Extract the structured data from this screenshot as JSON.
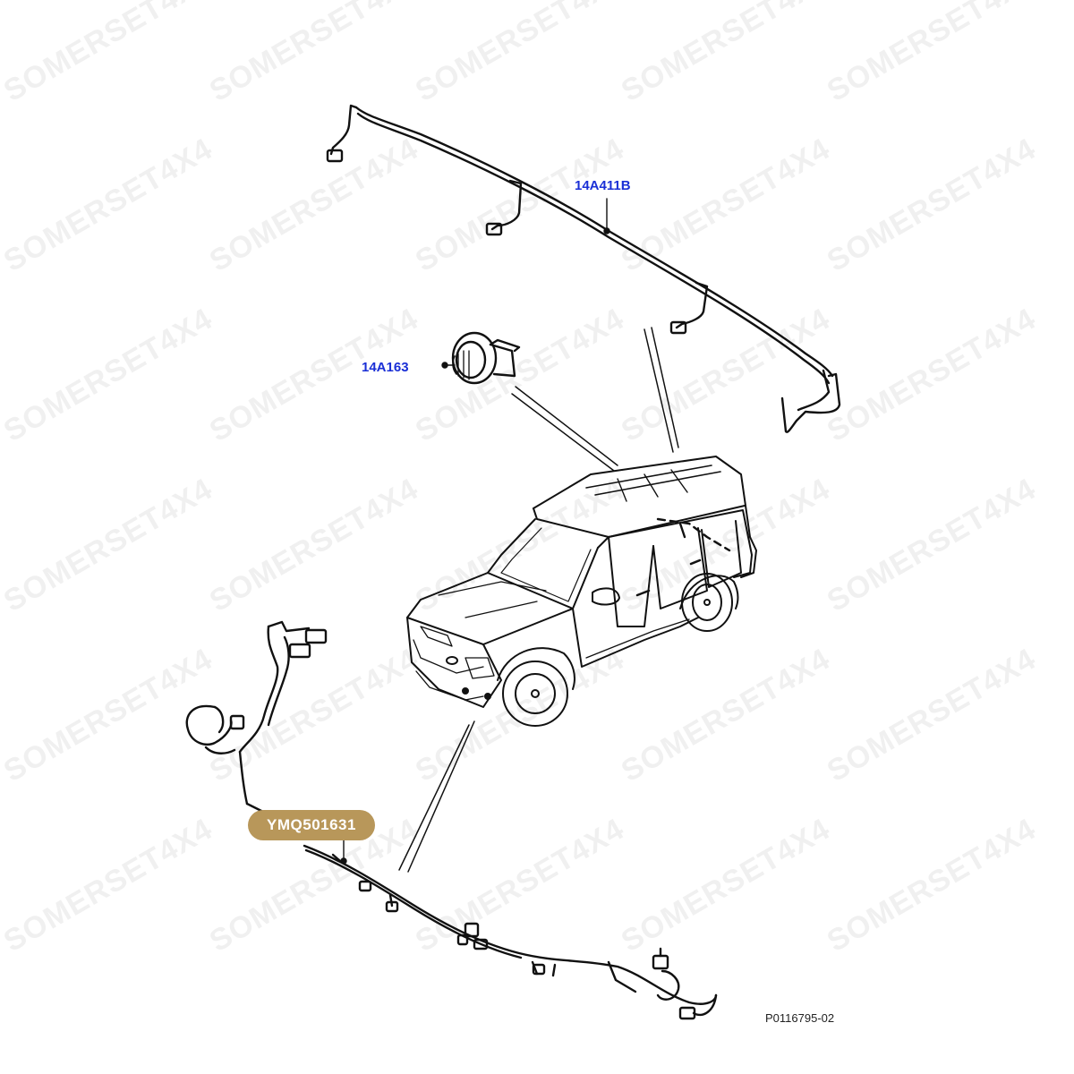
{
  "callouts": {
    "roof_harness": "14A411B",
    "connector": "14A163",
    "bumper_harness": "YMQ501631"
  },
  "diagram_ref": "P0116795-02",
  "watermark": "SOMERSET4X4",
  "colors": {
    "callout_text": "#1a2fd6",
    "highlight_badge": "#b8975a",
    "line": "#111111"
  }
}
